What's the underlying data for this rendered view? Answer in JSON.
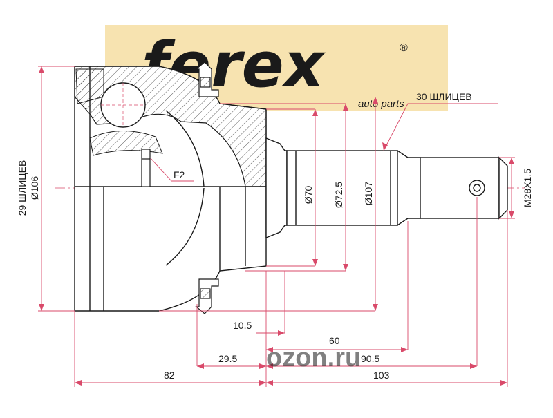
{
  "logo": {
    "name": "ferex",
    "registered": "®",
    "tagline": "auto parts",
    "bg_color": "#f7e3b0",
    "text_color": "#e8c26e"
  },
  "watermark": "ozon.ru",
  "labels": {
    "outer_splines": "30 ШЛИЦЕВ",
    "inner_splines": "29 ШЛИЦЕВ",
    "inner_diameter": "Ø106",
    "f2": "F2",
    "d70": "Ø70",
    "d725": "Ø72.5",
    "d107": "Ø107",
    "thread": "M28X1.5"
  },
  "dimensions": {
    "d105": "10.5",
    "d60": "60",
    "d295": "29.5",
    "d905": "90.5",
    "d82": "82",
    "d103": "103"
  },
  "colors": {
    "line": "#1a1a1a",
    "dimension": "#d94a6a",
    "hatch": "#333333"
  }
}
